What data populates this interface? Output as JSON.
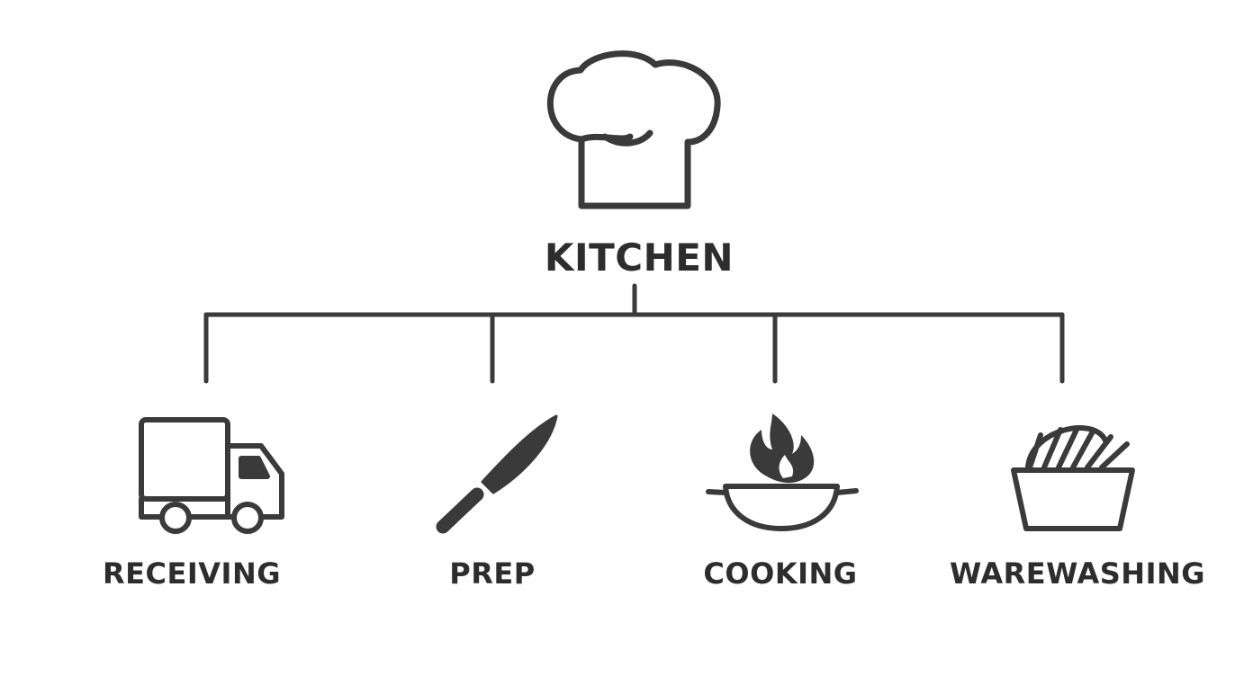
{
  "colors": {
    "stroke": "#3a3a3a",
    "text": "#2d2d2d",
    "background": "#ffffff"
  },
  "root": {
    "label": "KITCHEN",
    "icon": "chef-hat-icon"
  },
  "children": [
    {
      "label": "RECEIVING",
      "icon": "delivery-truck-icon"
    },
    {
      "label": "PREP",
      "icon": "chef-knife-icon"
    },
    {
      "label": "COOKING",
      "icon": "wok-flame-icon"
    },
    {
      "label": "WAREWASHING",
      "icon": "dish-basket-icon"
    }
  ]
}
